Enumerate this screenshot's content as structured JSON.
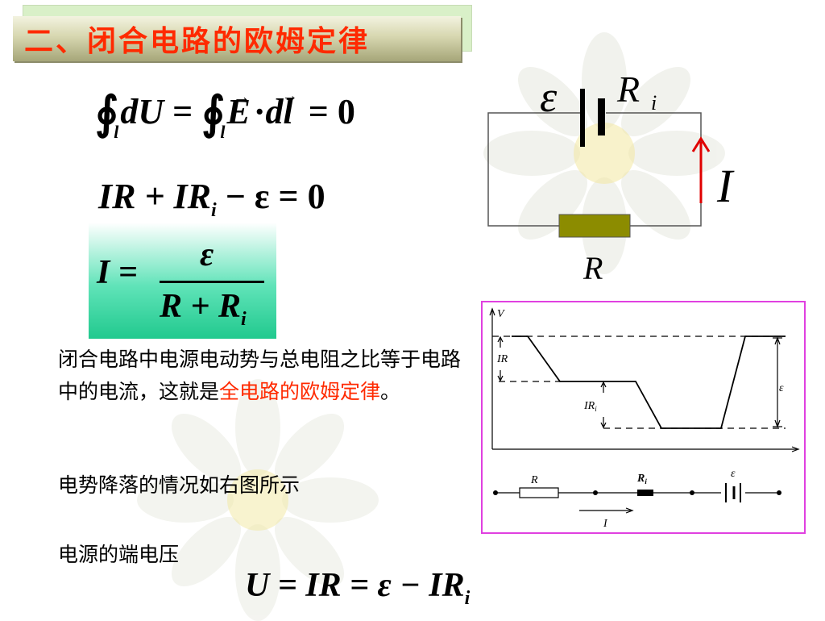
{
  "title": "二、闭合电路的欧姆定律",
  "equations": {
    "eq1": {
      "loop_sub": "l",
      "lhs_d": "d",
      "lhs_U": "U",
      "eq": " = ",
      "E": "E",
      "dot": "·",
      "d": "d",
      "l": "l",
      "rhs": " = 0"
    },
    "eq2": {
      "part1": "IR + IR",
      "sub": "i",
      "part2": " − ε = 0"
    },
    "eq3": {
      "lhs": "I =",
      "numerator": "ε",
      "den_main": "R + R",
      "den_sub": "i"
    },
    "eq4": {
      "main": "U = IR = ε − IR",
      "sub": "i"
    }
  },
  "paragraph": {
    "text": "闭合电路中电源电动势与总电阻之比等于电路中的电流，这就是",
    "highlight": "全电路的欧姆定律",
    "end": "。"
  },
  "potential_drop_text": "电势降落的情况如右图所示",
  "terminal_voltage_text": "电源的端电压",
  "circuit": {
    "emf_label": "ε",
    "internal_R_main": "R",
    "internal_R_sub": "i",
    "current_label": "I",
    "load_label": "R"
  },
  "graph": {
    "v_axis": "V",
    "ir_label": "IR",
    "iri_main": "IR",
    "iri_sub": "i",
    "emf_label": "ε",
    "R_label": "R",
    "Ri_main": "R",
    "Ri_sub": "i",
    "source_emf": "ε",
    "current_label": "I"
  },
  "colors": {
    "title_red": "#ff2a00",
    "current_arrow": "#e00000",
    "graph_border": "#e040e0",
    "resistor_fill": "#8c8c00"
  }
}
